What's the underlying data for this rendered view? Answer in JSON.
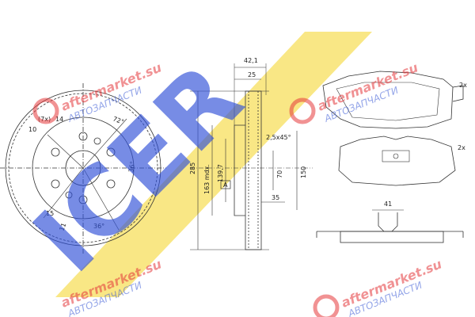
{
  "brand": {
    "logo_text": "ICER",
    "colors": {
      "blue": "#2f50d8",
      "yellow": "#f4d320",
      "red": "#e5383b"
    }
  },
  "watermark": {
    "line1": "aftermarket.su",
    "line2": "АВТОЗАПЧАСТИ"
  },
  "disc": {
    "labels": {
      "pcd_count": "(7x)",
      "hole_dia": "14",
      "angle_72": "72°",
      "d10": "10",
      "angle_36": "36°",
      "d15": "15",
      "d11": "11",
      "angle_36b": "36°"
    }
  },
  "section": {
    "labels": {
      "thickness_total": "42,1",
      "thickness": "25",
      "d285": "285",
      "d163": "163 mdx.",
      "d1397": "139,7",
      "ref_a": "A",
      "chamfer": "2,5x45°",
      "d70": "70",
      "d150": "150",
      "height_35": "35"
    }
  },
  "pads": {
    "qty_top": "2x",
    "qty_mid": "2x",
    "width_41": "41"
  }
}
